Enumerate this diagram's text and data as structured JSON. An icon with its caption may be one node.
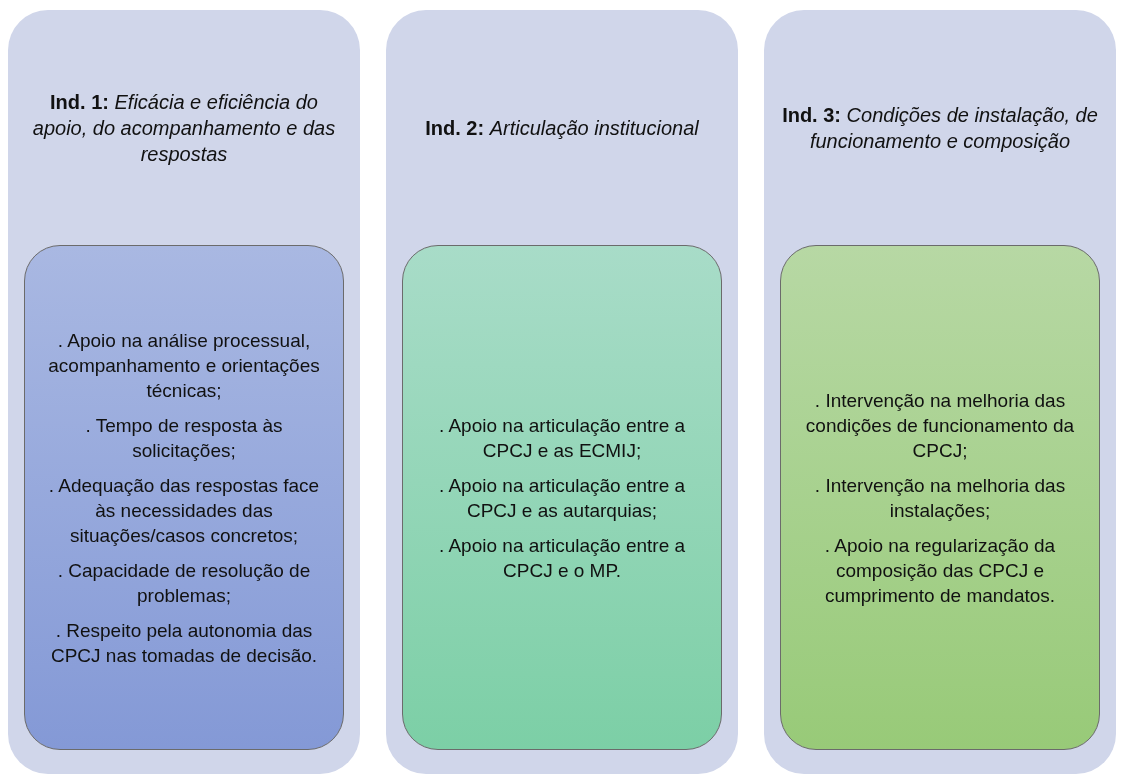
{
  "diagram": {
    "nodes": [
      {
        "text": [
          "**Ind. 1:** *Eficácia e eficiência do apoio, do acompanhamento e das respostas*"
        ]
      },
      {
        "text": [
          ". Apoio na análise processual, acompanhamento e orientações técnicas;",
          ". Tempo de resposta às solicitações;",
          ". Adequação das respostas face às necessidades das situações/casos concretos;",
          ". Capacidade de resolução de problemas;",
          ". Respeito pela autonomia das CPCJ nas tomadas de decisão."
        ],
        "in": 0
      },
      {
        "text": [
          "**Ind. 2:** *Articulação institucional*"
        ]
      },
      {
        "text": [
          ". Apoio na articulação entre a CPCJ e as ECMIJ;",
          ". Apoio na articulação entre a CPCJ e as autarquias;",
          ". Apoio na articulação entre a CPCJ e o MP."
        ],
        "in": 2
      },
      {
        "text": [
          "**Ind. 3:** *Condições de instalação, de funcionamento e composição*"
        ]
      },
      {
        "text": [
          ". Intervenção na melhoria das condições de funcionamento da CPCJ;",
          ". Intervenção na melhoria das instalações;",
          ". Apoio na regularização da composição das CPCJ e cumprimento de mandatos."
        ],
        "in": 4
      }
    ]
  }
}
